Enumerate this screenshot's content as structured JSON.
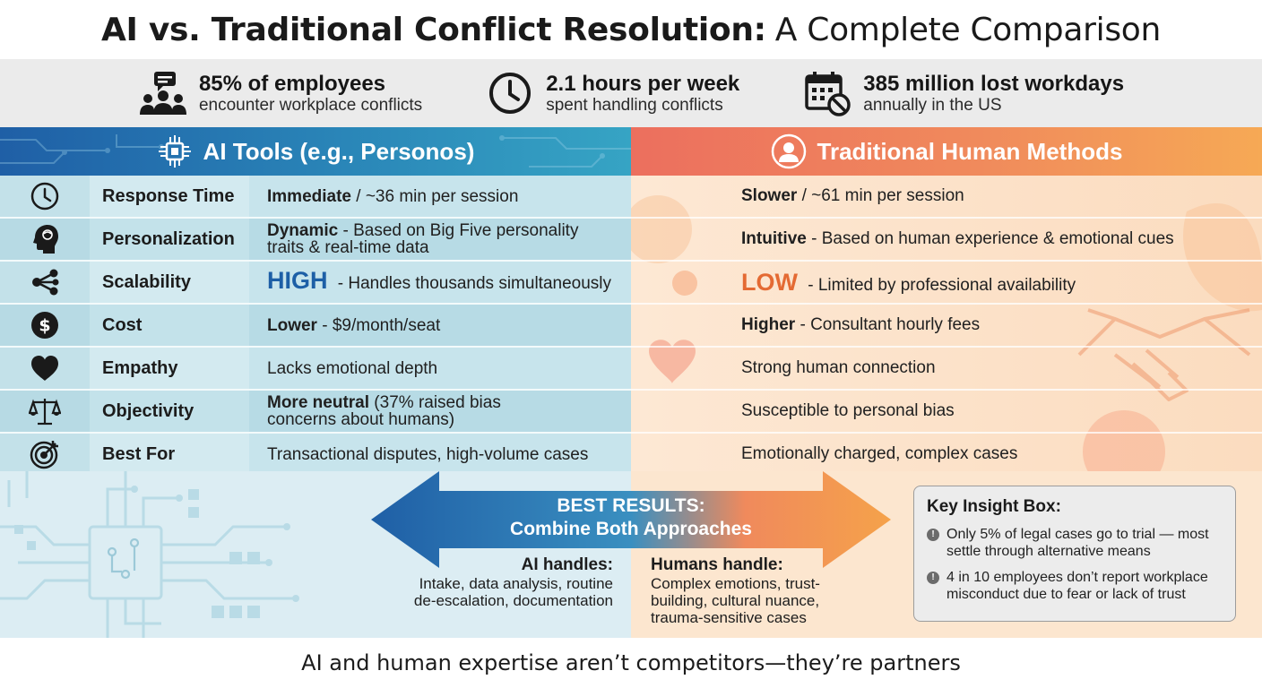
{
  "title": {
    "bold": "AI vs. Traditional Conflict Resolution:",
    "light": "A Complete Comparison"
  },
  "stats": [
    {
      "icon": "people-chat-icon",
      "headline": "85% of employees",
      "sub": "encounter workplace conflicts"
    },
    {
      "icon": "clock-icon",
      "headline": "2.1 hours per week",
      "sub": "spent handling conflicts"
    },
    {
      "icon": "calendar-blocked-icon",
      "headline": "385 million lost workdays",
      "sub": "annually in the US"
    }
  ],
  "headers": {
    "ai": "AI Tools (e.g., Personos)",
    "traditional": "Traditional Human Methods"
  },
  "rows": [
    {
      "icon": "clock-icon",
      "label": "Response Time",
      "ai": {
        "strong": "Immediate",
        "rest": " / ~36 min per session"
      },
      "trad": {
        "strong": "Slower",
        "rest": " / ~61 min per session"
      }
    },
    {
      "icon": "brain-head-icon",
      "label": "Personalization",
      "ai": {
        "strong": "Dynamic",
        "rest": " - Based on Big Five personality traits & real-time data"
      },
      "trad": {
        "strong": "Intuitive",
        "rest": " - Based on human experience & emotional cues"
      }
    },
    {
      "icon": "share-nodes-icon",
      "label": "Scalability",
      "ai": {
        "strong": "HIGH",
        "rest": " - Handles thousands simultaneously"
      },
      "trad": {
        "strong": "LOW",
        "rest": " - Limited by professional availability"
      }
    },
    {
      "icon": "dollar-coin-icon",
      "label": "Cost",
      "ai": {
        "strong": "Lower",
        "rest": " - $9/month/seat"
      },
      "trad": {
        "strong": "Higher",
        "rest": " - Consultant hourly fees"
      }
    },
    {
      "icon": "heart-icon",
      "label": "Empathy",
      "ai": {
        "strong": "",
        "rest": "Lacks emotional depth"
      },
      "trad": {
        "strong": "",
        "rest": "Strong human connection"
      }
    },
    {
      "icon": "scales-icon",
      "label": "Objectivity",
      "ai": {
        "strong": "More neutral",
        "rest": " (37% raised bias concerns about humans)"
      },
      "trad": {
        "strong": "",
        "rest": "Susceptible to personal bias"
      }
    },
    {
      "icon": "target-icon",
      "label": "Best For",
      "ai": {
        "strong": "",
        "rest": "Transactional disputes, high-volume cases"
      },
      "trad": {
        "strong": "",
        "rest": "Emotionally charged, complex cases"
      }
    }
  ],
  "combine": {
    "line1": "BEST RESULTS:",
    "line2": "Combine Both Approaches"
  },
  "ai_handles": {
    "title": "AI handles:",
    "text": "Intake, data analysis, routine de-escalation, documentation"
  },
  "human_handles": {
    "title": "Humans handle:",
    "text": "Complex emotions, trust-building, cultural nuance, trauma-sensitive cases"
  },
  "insight": {
    "title": "Key Insight Box:",
    "items": [
      "Only 5% of legal cases go to trial — most settle through alternative means",
      "4 in 10 employees don’t report workplace misconduct due to fear or lack of trust"
    ]
  },
  "footer": "AI and human expertise aren’t competitors—they’re partners",
  "colors": {
    "ai_blue": "#1d5fa6",
    "trad_orange": "#e46a33",
    "header_ai": "#2a86b8",
    "header_trad": "#f08a5c"
  }
}
